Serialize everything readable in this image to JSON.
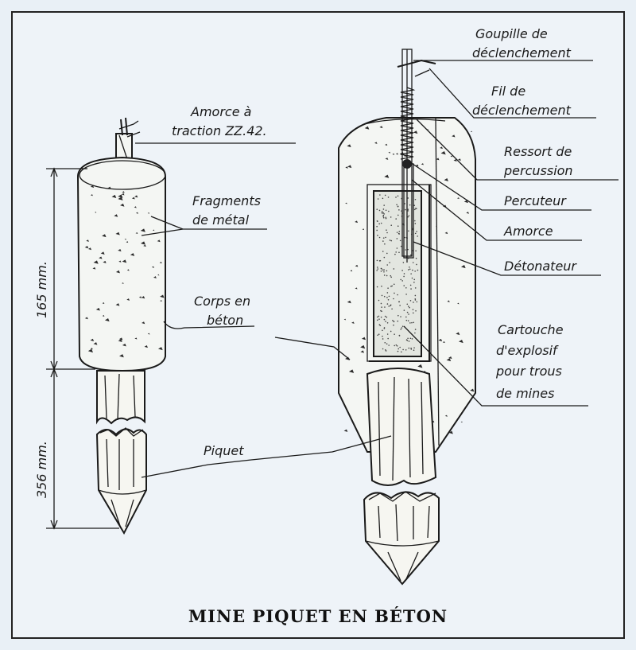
{
  "title": "MINE PIQUET EN BÉTON",
  "left_figure": {
    "labels": {
      "amorce_line1": "Amorce à",
      "amorce_line2": "traction ZZ.42.",
      "fragments_line1": "Fragments",
      "fragments_line2": "de métal",
      "corps_line1": "Corps en",
      "corps_line2": "béton",
      "piquet": "Piquet"
    },
    "dimensions": {
      "upper": "165 mm.",
      "lower": "356 mm."
    }
  },
  "right_figure": {
    "labels": {
      "goupille_line1": "Goupille de",
      "goupille_line2": "déclenchement",
      "fil_line1": "Fil de",
      "fil_line2": "déclenchement",
      "ressort_line1": "Ressort de",
      "ressort_line2": "percussion",
      "percuteur": "Percuteur",
      "amorce": "Amorce",
      "detonateur": "Détonateur",
      "cartouche_line1": "Cartouche",
      "cartouche_line2": "d'explosif",
      "cartouche_line3": "pour trous",
      "cartouche_line4": "de mines"
    }
  },
  "colors": {
    "background": "#eef3f8",
    "ink": "#1a1a1a"
  }
}
